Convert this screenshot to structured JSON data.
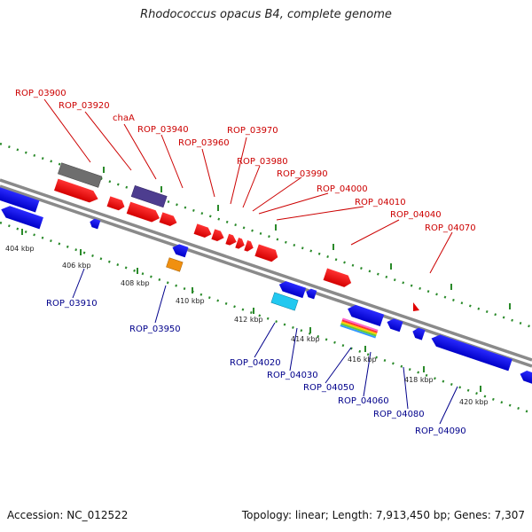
{
  "title": "Rhodococcus opacus B4, complete genome",
  "accession": "Accession: NC_012522",
  "stats": "Topology: linear; Length: 7,913,450 bp; Genes: 7,307",
  "colors": {
    "top_label": "#cc0000",
    "bottom_label": "#00008b",
    "strand": "#808080",
    "dots": "#2a8a2a"
  },
  "scale_labels": [
    "404 kbp",
    "406 kbp",
    "408 kbp",
    "410 kbp",
    "412 kbp",
    "414 kbp",
    "416 kbp",
    "418 kbp",
    "420 kbp"
  ],
  "top_gene_labels": [
    "ROP_03900",
    "ROP_03920",
    "chaA",
    "ROP_03940",
    "ROP_03960",
    "ROP_03970",
    "ROP_03980",
    "ROP_03990",
    "ROP_04000",
    "ROP_04010",
    "ROP_04040",
    "ROP_04070"
  ],
  "bottom_gene_labels": [
    "ROP_03910",
    "ROP_03950",
    "ROP_04020",
    "ROP_04030",
    "ROP_04050",
    "ROP_04060",
    "ROP_04080",
    "ROP_04090"
  ]
}
